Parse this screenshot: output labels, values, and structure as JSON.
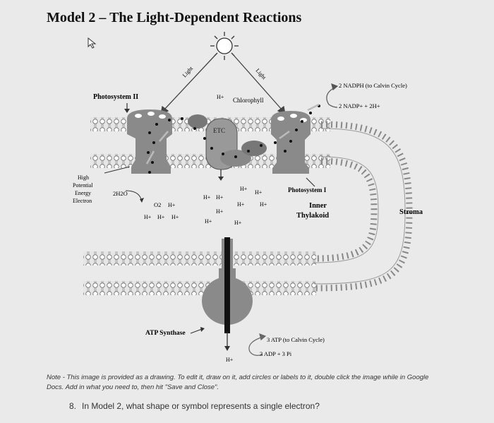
{
  "title": "Model 2 – The Light-Dependent Reactions",
  "labels": {
    "photosystem_ii": "Photosystem II",
    "photosystem_i": "Photosystem I",
    "chlorophyll": "Chlorophyll",
    "etc": "ETC",
    "light_left": "Light",
    "light_right": "Light",
    "high_potential": [
      "High",
      "Potential",
      "Energy",
      "Electron"
    ],
    "water": "2H2O",
    "oxygen": "O2",
    "h_plus": "H+",
    "nadph": "2 NADPH (to Calvin Cycle)",
    "nadp": "2 NADP+ + 2H+",
    "inner_thylakoid": [
      "Inner",
      "Thylakoid"
    ],
    "stroma": "Stroma",
    "atp_synthase": "ATP Synthase",
    "atp": "3 ATP (to Calvin Cycle)",
    "adp": "3 ADP + 3 Pi"
  },
  "note": "Note - This image is provided as a drawing. To edit it, draw on it, add circles or labels to it, double click the image while in Google Docs. Add in what you need to, then hit \"Save and Close\".",
  "question": {
    "number": "8.",
    "text": "In Model 2, what shape or symbol represents a single electron?"
  },
  "icons": [
    "cursor-icon",
    "sun-icon"
  ]
}
